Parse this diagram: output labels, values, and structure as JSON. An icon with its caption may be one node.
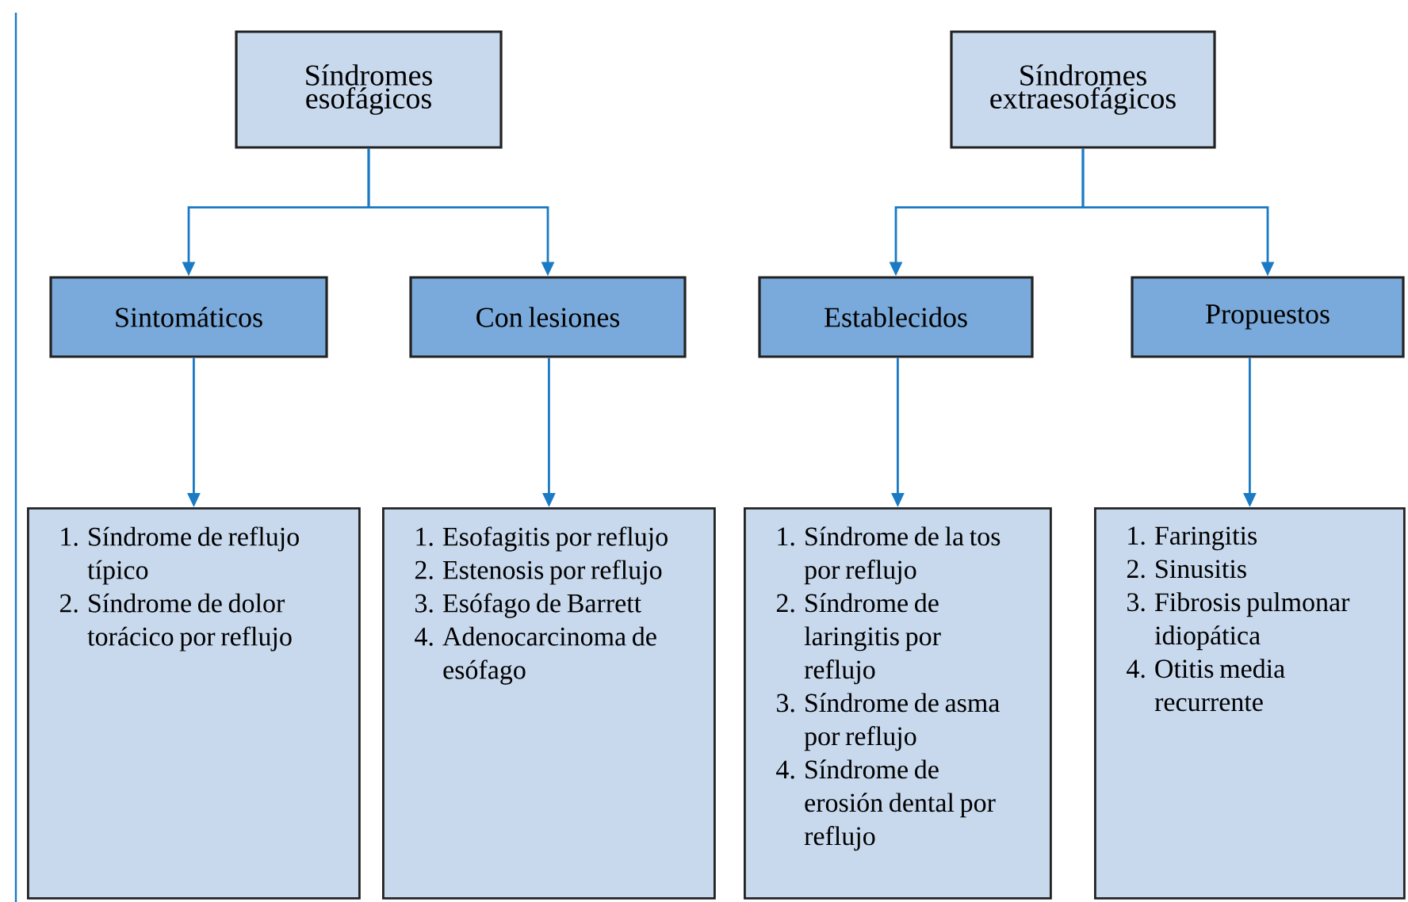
{
  "diagram": {
    "nodes": [
      {
        "text": [
          "Síndromes esofágicos"
        ]
      },
      {
        "text": [
          "Síndromes extraesofágicos"
        ]
      },
      {
        "text": [
          "Sintomáticos"
        ]
      },
      {
        "text": [
          "Con lesiones"
        ]
      },
      {
        "text": [
          "Establecidos"
        ]
      },
      {
        "text": [
          "Propuestos"
        ]
      },
      {
        "text": [
          "1. Síndrome de reflujo típico",
          "2. Síndrome de dolor torácico por reflujo"
        ]
      },
      {
        "text": [
          "1. Esofagitis por reflujo",
          "2. Estenosis por reflujo",
          "3. Esófago de Barrett",
          "4. Adenocarcinoma de esófago"
        ]
      },
      {
        "text": [
          "1. Síndrome de la tos por reflujo",
          "2. Síndrome de laringitis por reflujo",
          "3. Síndrome de asma por reflujo",
          "4. Síndrome de erosión dental por reflujo"
        ]
      },
      {
        "text": [
          "1. Faringitis",
          "2. Sinusitis",
          "3. Fibrosis pulmonar idiopática",
          "4. Otitis media recurrente"
        ]
      }
    ],
    "edges": [
      {
        "from": 0,
        "to": 2,
        "arrow": "to"
      },
      {
        "from": 0,
        "to": 3,
        "arrow": "to"
      },
      {
        "from": 1,
        "to": 4,
        "arrow": "to"
      },
      {
        "from": 1,
        "to": 5,
        "arrow": "to"
      },
      {
        "from": 2,
        "to": 6,
        "arrow": "to"
      },
      {
        "from": 3,
        "to": 7,
        "arrow": "to"
      },
      {
        "from": 4,
        "to": 8,
        "arrow": "to"
      },
      {
        "from": 5,
        "to": 9,
        "arrow": "to"
      }
    ]
  }
}
